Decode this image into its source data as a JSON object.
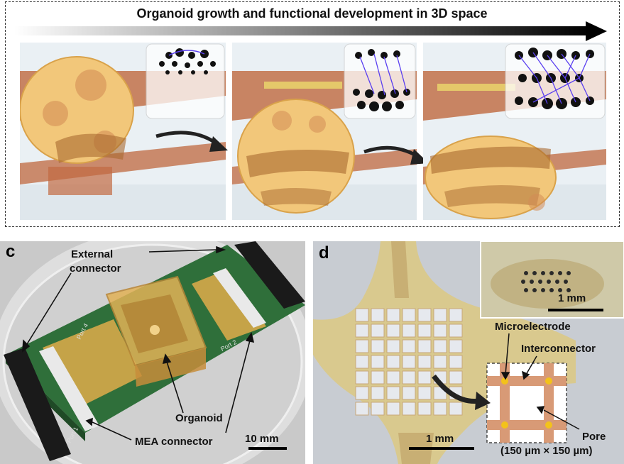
{
  "top": {
    "title": "Organoid growth and functional development in 3D space"
  },
  "panel_c": {
    "letter": "c",
    "labels": {
      "external_connector_line1": "External",
      "external_connector_line2": "connector",
      "organoid": "Organoid",
      "mea_connector": "MEA connector",
      "scale": "10 mm",
      "port1": "Port 1",
      "port2": "Port 2",
      "port4": "Port 4"
    }
  },
  "panel_d": {
    "letter": "d",
    "labels": {
      "inset_scale": "1 mm",
      "main_scale": "1 mm",
      "microelectrode": "Microelectrode",
      "interconnector": "Interconnector",
      "pore": "Pore",
      "pore_size": "(150 µm × 150 µm)"
    }
  },
  "colors": {
    "organoid": "#f2c77a",
    "ribbon": "#c97a55",
    "pcb": "#2f6f3a",
    "electrode": "#f3c21b",
    "mesh": "#d89a76"
  }
}
